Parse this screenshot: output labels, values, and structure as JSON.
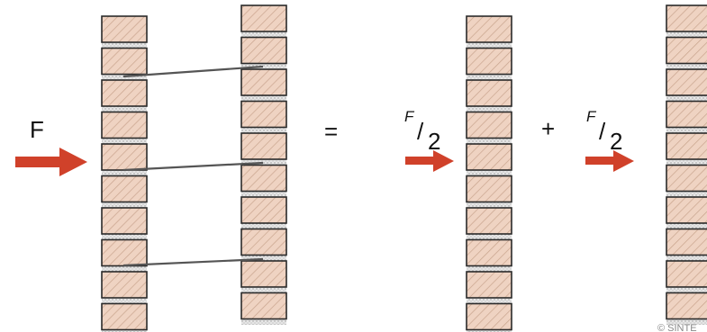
{
  "diagram": {
    "left_force_label": "F",
    "equals_sign": "=",
    "plus_sign": "+",
    "half_force_numerator": "F",
    "half_force_slash": "/",
    "half_force_denominator": "2",
    "copyright": "© SINTE"
  },
  "colors": {
    "brick_fill": "#efd3c2",
    "brick_hatch": "#c9a48d",
    "brick_outline": "#2a2a2a",
    "mortar": "#dcdcdc",
    "arrow": "#d0412a",
    "tie": "#555555"
  },
  "icons": {
    "force_arrow": "right-arrow-icon"
  }
}
